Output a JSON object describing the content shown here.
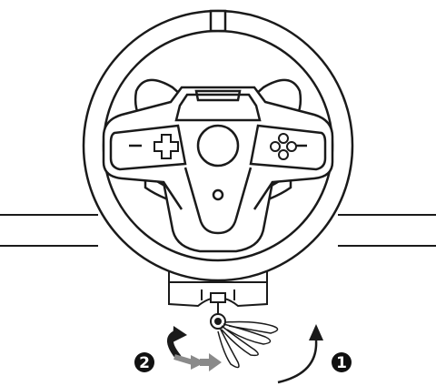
{
  "steps": [
    {
      "number": "2",
      "description_icon": "rotate-then-push-arrows"
    },
    {
      "number": "1",
      "description_icon": "curved-up-arrow"
    }
  ],
  "icons": [
    "steering-wheel",
    "desk-edge",
    "clamp",
    "cable-strap",
    "curved-arrow",
    "push-arrow"
  ],
  "colors": {
    "line": "#1a1a1a",
    "arrow_grey": "#8a8a8a",
    "step_badge": "#111111",
    "background": "#ffffff"
  }
}
